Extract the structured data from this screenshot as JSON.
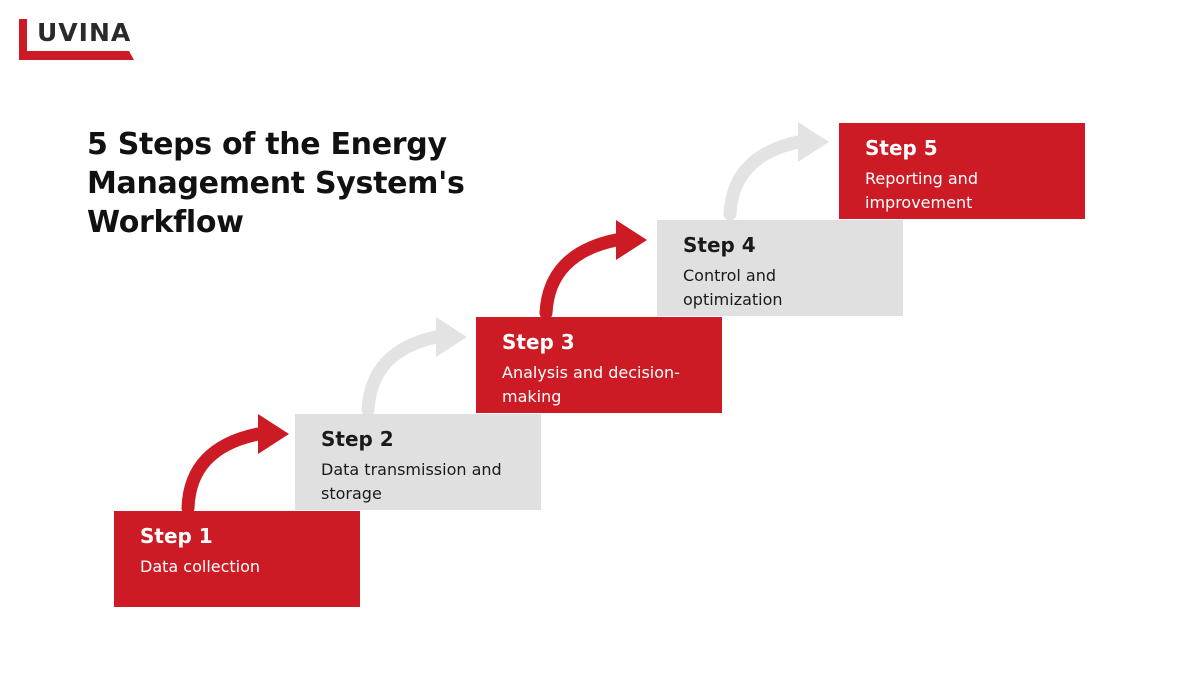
{
  "brand": {
    "logo_text": "UVINA",
    "accent_color": "#cc1b25"
  },
  "title": "5 Steps of the Energy Management System's Workflow",
  "steps": [
    {
      "title": "Step 1",
      "desc": "Data collection",
      "color": "red"
    },
    {
      "title": "Step 2",
      "desc": "Data transmission and storage",
      "color": "grey"
    },
    {
      "title": "Step 3",
      "desc": "Analysis and decision-making",
      "color": "red"
    },
    {
      "title": "Step 4",
      "desc": "Control and optimization",
      "color": "grey"
    },
    {
      "title": "Step 5",
      "desc": "Reporting and improvement",
      "color": "red"
    }
  ],
  "colors": {
    "red": "#cc1b25",
    "grey": "#e0e0e0",
    "grey_arrow": "#e3e3e3",
    "text_dark": "#111111"
  }
}
